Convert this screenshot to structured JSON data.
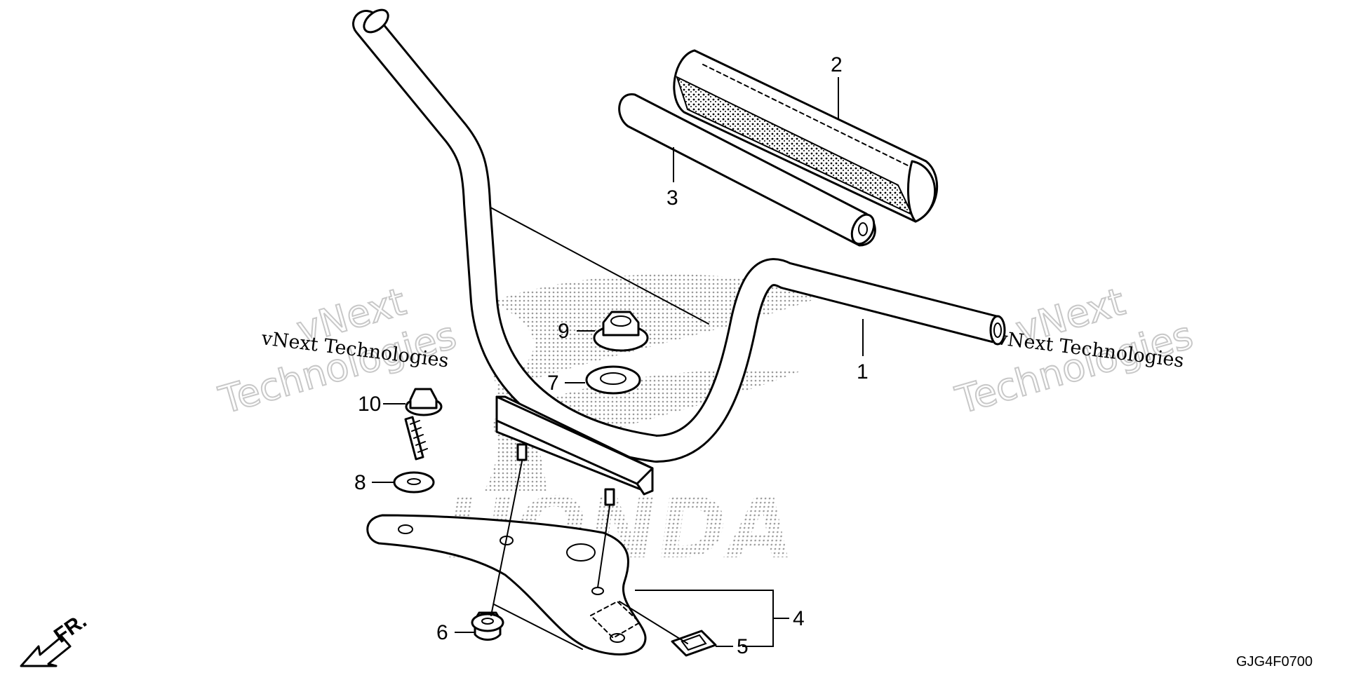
{
  "parts": [
    {
      "label": "1",
      "part": "handlebar"
    },
    {
      "label": "2",
      "part": "handlebar-pad-cover"
    },
    {
      "label": "3",
      "part": "handlebar-pad-foam"
    },
    {
      "label": "4",
      "part": "handlebar-holder"
    },
    {
      "label": "5",
      "part": "holder-clip"
    },
    {
      "label": "6",
      "part": "flange-nut"
    },
    {
      "label": "7",
      "part": "washer"
    },
    {
      "label": "8",
      "part": "washer"
    },
    {
      "label": "9",
      "part": "flange-nut"
    },
    {
      "label": "10",
      "part": "bolt"
    }
  ],
  "watermarks": {
    "brand_line": "vNext Technologies",
    "brand_word": "vNext",
    "brand_word2": "Technologies"
  },
  "background_logo": {
    "text": "HONDA"
  },
  "front_arrow": {
    "label": "FR."
  },
  "diagram_ref": "GJG4F0700",
  "colors": {
    "ink": "#000000",
    "watermark_outline": "#c8c8c8",
    "background": "#ffffff"
  }
}
